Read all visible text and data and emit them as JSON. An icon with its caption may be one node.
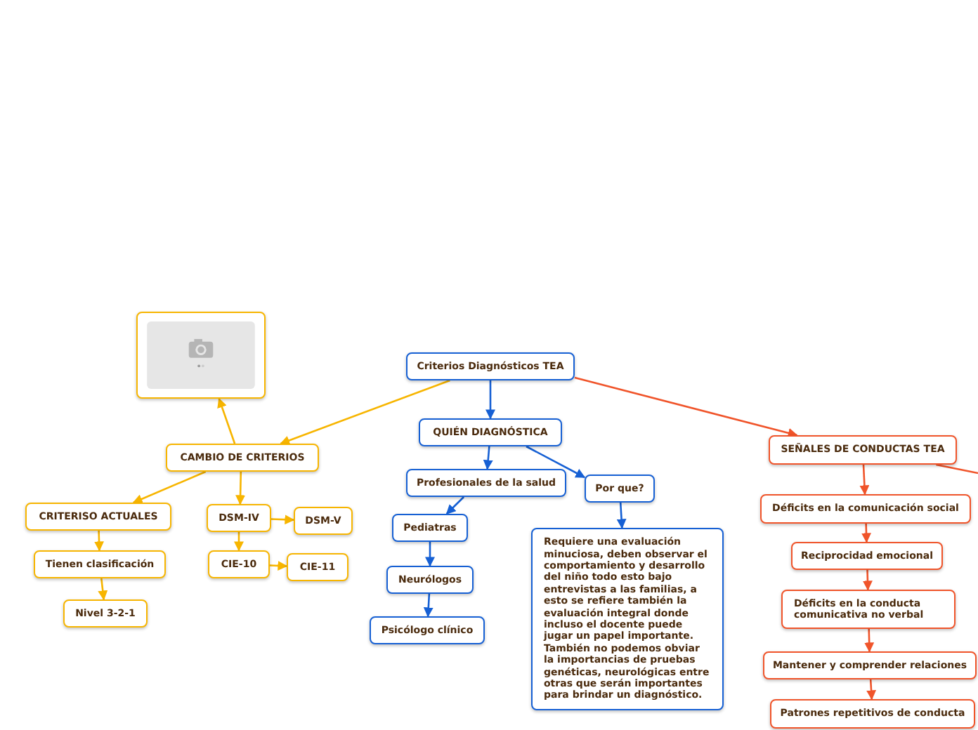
{
  "diagram": {
    "nodes": [
      {
        "text": [
          "Criterios Diagnósticos TEA"
        ]
      },
      {
        "text": [],
        "shape": "picture"
      },
      {
        "text": [
          "CAMBIO DE CRITERIOS"
        ]
      },
      {
        "text": [
          "QUIÉN DIAGNÓSTICA"
        ]
      },
      {
        "text": [
          "SEÑALES DE CONDUCTAS TEA"
        ]
      },
      {
        "text": [
          "CRITERISO ACTUALES"
        ]
      },
      {
        "text": [
          "DSM-IV"
        ]
      },
      {
        "text": [
          "DSM-V"
        ]
      },
      {
        "text": [
          "Profesionales de la salud"
        ]
      },
      {
        "text": [
          "Por que?"
        ]
      },
      {
        "text": [
          "Déficits en la comunicación social"
        ]
      },
      {
        "text": [
          "Tienen clasificación"
        ]
      },
      {
        "text": [
          "CIE-10"
        ]
      },
      {
        "text": [
          "CIE-11"
        ]
      },
      {
        "text": [
          "Pediatras"
        ]
      },
      {
        "text": [
          "Reciprocidad emocional"
        ]
      },
      {
        "text": [
          "Requiere una evaluación minuciosa, deben observar el comportamiento y desarrollo del niño todo esto bajo entrevistas a las familias, a esto se refiere también la evaluación integral donde incluso el docente puede jugar un papel importante. También no podemos obviar la importancias de pruebas genéticas, neurológicas entre otras que serán importantes para brindar un diagnóstico."
        ]
      },
      {
        "text": [
          "Déficits en la conducta comunicativa no verbal"
        ]
      },
      {
        "text": [
          "Nivel 3-2-1"
        ]
      },
      {
        "text": [
          "Neurólogos"
        ]
      },
      {
        "text": [
          "Psicólogo clínico"
        ]
      },
      {
        "text": [
          "Mantener y comprender relaciones"
        ]
      },
      {
        "text": [
          "Patrones repetitivos de conducta"
        ]
      }
    ],
    "edges": [
      {
        "from": 0,
        "to": 2,
        "arrow": "to"
      },
      {
        "from": 2,
        "to": 1,
        "arrow": "to"
      },
      {
        "from": 2,
        "to": 5,
        "arrow": "to"
      },
      {
        "from": 2,
        "to": 6,
        "arrow": "to"
      },
      {
        "from": 6,
        "to": 7,
        "arrow": "to"
      },
      {
        "from": 6,
        "to": 12,
        "arrow": "to"
      },
      {
        "from": 12,
        "to": 13,
        "arrow": "to"
      },
      {
        "from": 5,
        "to": 11,
        "arrow": "to"
      },
      {
        "from": 11,
        "to": 18,
        "arrow": "to"
      },
      {
        "from": 0,
        "to": 3,
        "arrow": "to",
        "color": "#1660d4"
      },
      {
        "from": 3,
        "to": 8,
        "arrow": "to",
        "color": "#1660d4"
      },
      {
        "from": 3,
        "to": 9,
        "arrow": "to",
        "color": "#1660d4"
      },
      {
        "from": 8,
        "to": 14,
        "arrow": "to",
        "color": "#1660d4"
      },
      {
        "from": 14,
        "to": 19,
        "arrow": "to",
        "color": "#1660d4"
      },
      {
        "from": 19,
        "to": 20,
        "arrow": "to",
        "color": "#1660d4"
      },
      {
        "from": 9,
        "to": 16,
        "arrow": "to",
        "color": "#1660d4"
      },
      {
        "from": 0,
        "to": 4,
        "arrow": "to",
        "color": "#f0542a"
      },
      {
        "from": 4,
        "to": null,
        "arrow": "none",
        "color": "#f0542a"
      },
      {
        "from": 4,
        "to": 10,
        "arrow": "to",
        "color": "#f0542a"
      },
      {
        "from": 10,
        "to": 15,
        "arrow": "to",
        "color": "#f0542a"
      },
      {
        "from": 15,
        "to": 17,
        "arrow": "to",
        "color": "#f0542a"
      },
      {
        "from": 17,
        "to": 21,
        "arrow": "to",
        "color": "#f0542a"
      },
      {
        "from": 21,
        "to": 22,
        "arrow": "to",
        "color": "#f0542a"
      }
    ]
  }
}
